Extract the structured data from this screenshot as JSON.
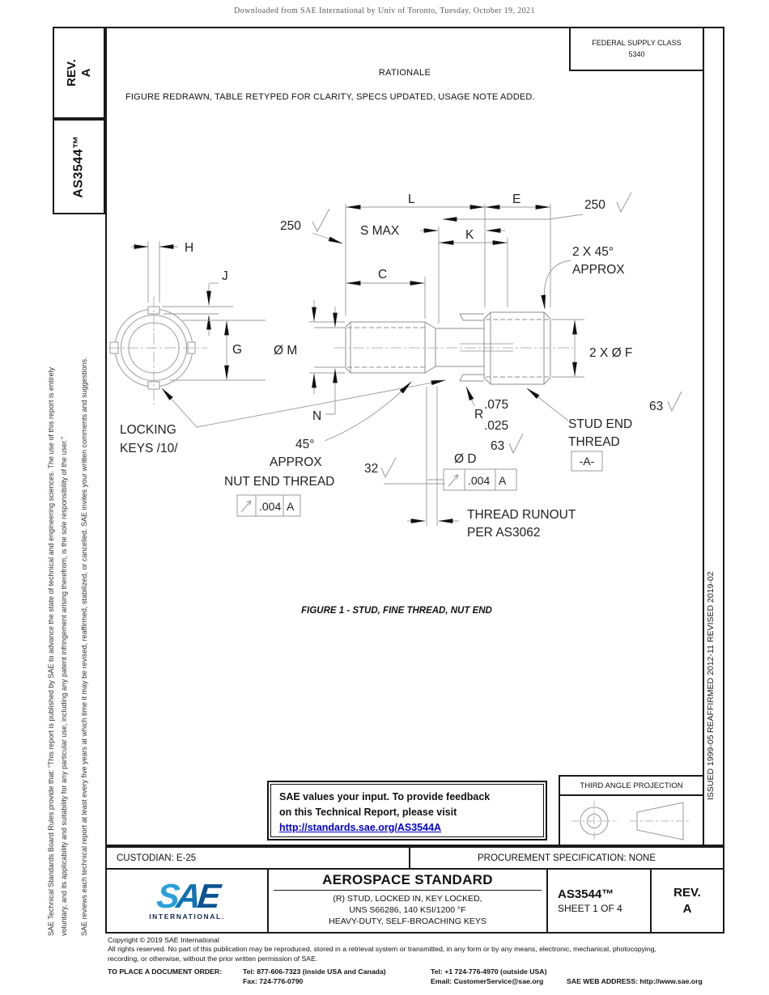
{
  "page": {
    "downloaded_banner": "Downloaded from SAE International by Univ of Toronto, Tuesday, October 19, 2021"
  },
  "sidebar": {
    "rev_label": "REV.",
    "rev_value": "A",
    "doc_number": "AS3544™",
    "disclaimer_line1": "SAE Technical Standards Board Rules provide that: “This report is published by SAE to advance the state of technical and engineering sciences. The use of this report is entirely",
    "disclaimer_line2": "voluntary, and its applicability and suitability for any particular use, including any patent infringement arising therefrom, is the sole responsibility of the user.”",
    "disclaimer_line3": "SAE reviews each technical report at least every five years at which time it may be revised, reaffirmed, stabilized, or cancelled. SAE invites your written comments and suggestions."
  },
  "header": {
    "federal_supply_class_label": "FEDERAL SUPPLY CLASS",
    "federal_supply_class_value": "5340",
    "rationale_title": "RATIONALE",
    "rationale_text": "FIGURE REDRAWN, TABLE RETYPED FOR CLARITY, SPECS UPDATED, USAGE NOTE ADDED."
  },
  "revision_strip": {
    "issued": "ISSUED 1999-05",
    "reaffirmed": "REAFFIRMED 2012-11",
    "revised": "REVISED 2019-02"
  },
  "figure": {
    "caption": "FIGURE 1 - STUD, FINE THREAD, NUT END",
    "labels": {
      "h": "H",
      "j": "J",
      "g": "G",
      "locking1": "LOCKING",
      "locking2": "KEYS /10/",
      "l": "L",
      "e": "E",
      "k": "K",
      "c": "C",
      "s_max": "S MAX",
      "m": "Ø M",
      "n": "N",
      "f": "2 X Ø F",
      "d": "Ø D",
      "finish250": "250",
      "finish63": "63",
      "finish32": "32",
      "chamfer2x": "2 X 45°",
      "approx": "APPROX",
      "chamfer45": "45°",
      "nut_end": "NUT END THREAD",
      "stud_end1": "STUD END",
      "stud_end2": "THREAD",
      "datum": "-A-",
      "r": "R",
      "r_max": ".075",
      "r_min": ".025",
      "fcf_tol": ".004",
      "fcf_datum": "A",
      "runout1": "THREAD RUNOUT",
      "runout2": "PER AS3062"
    }
  },
  "feedback_box": {
    "line1": "SAE values your input. To provide feedback",
    "line2": "on this Technical Report, please visit",
    "link": "http://standards.sae.org/AS3544A"
  },
  "projection": {
    "title": "THIRD ANGLE PROJECTION"
  },
  "title_block": {
    "custodian": "CUSTODIAN: E-25",
    "procurement": "PROCUREMENT SPECIFICATION: NONE",
    "logo_s": "S",
    "logo_a": "A",
    "logo_e": "E",
    "logo_sub": "INTERNATIONAL.",
    "standard_type": "AEROSPACE STANDARD",
    "subtitle_line1": "(R) STUD, LOCKED IN, KEY LOCKED,",
    "subtitle_line2": "UNS S66286, 140 KSI/1200 °F",
    "subtitle_line3": "HEAVY-DUTY, SELF-BROACHING KEYS",
    "doc_number": "AS3544™",
    "sheet": "SHEET 1 OF 4",
    "rev_label": "REV.",
    "rev_value": "A"
  },
  "footer": {
    "copyright": "Copyright © 2019 SAE International",
    "rights_line1": "All rights reserved. No part of this publication may be reproduced, stored in a retrieval system or transmitted, in any form or by any means, electronic, mechanical, photocopying,",
    "rights_line2": "recording, or otherwise, without the prior written permission of SAE.",
    "order_label": "TO PLACE A DOCUMENT ORDER:",
    "tel_inside": "Tel: 877-606-7323 (inside USA and Canada)",
    "tel_outside": "Tel: +1 724-776-4970 (outside USA)",
    "fax": "Fax: 724-776-0790",
    "email": "Email: CustomerService@sae.org",
    "web": "SAE WEB ADDRESS: http://www.sae.org"
  }
}
